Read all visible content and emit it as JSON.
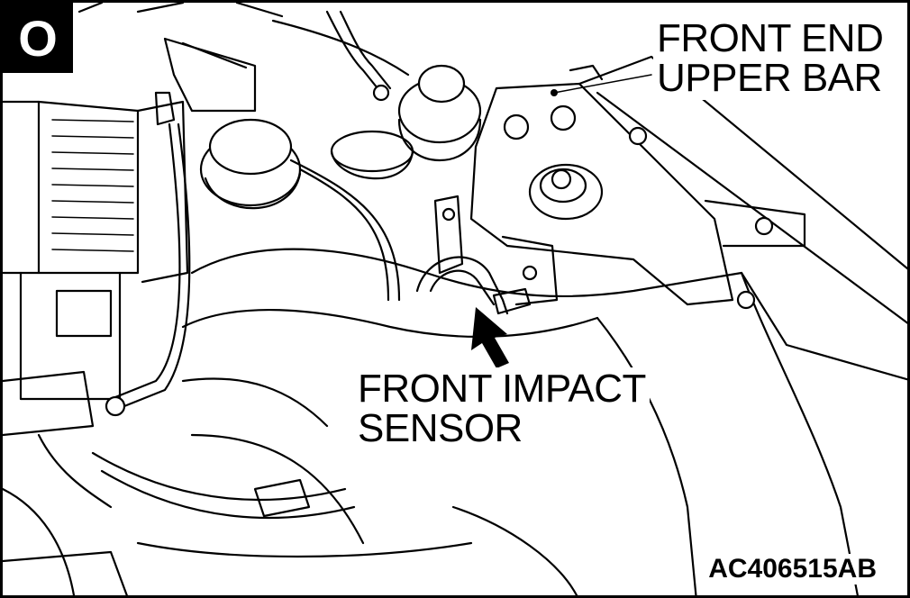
{
  "badge": "O",
  "callouts": {
    "front_end_upper_bar": [
      "FRONT END",
      "UPPER BAR"
    ],
    "front_impact_sensor": [
      "FRONT IMPACT",
      "SENSOR"
    ]
  },
  "figure_code": "AC406515AB"
}
